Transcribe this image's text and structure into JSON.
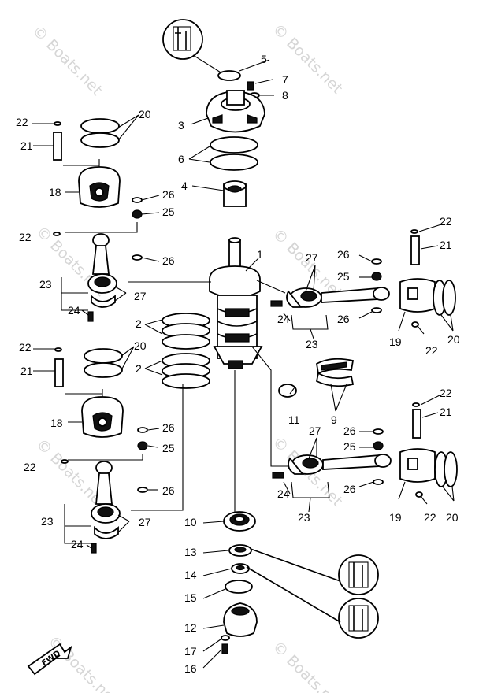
{
  "watermark": "© Boats.net",
  "fwd_label": "FWD",
  "callouts": {
    "n1": "1",
    "n2": "2",
    "n3": "3",
    "n4": "4",
    "n5": "5",
    "n6": "6",
    "n7": "7",
    "n8": "8",
    "n9": "9",
    "n10": "10",
    "n11": "11",
    "n12": "12",
    "n13": "13",
    "n14": "14",
    "n15": "15",
    "n16": "16",
    "n17": "17",
    "n18": "18",
    "n19": "19",
    "n20": "20",
    "n21": "21",
    "n22": "22",
    "n23": "23",
    "n24": "24",
    "n25": "25",
    "n26": "26",
    "n27": "27"
  }
}
